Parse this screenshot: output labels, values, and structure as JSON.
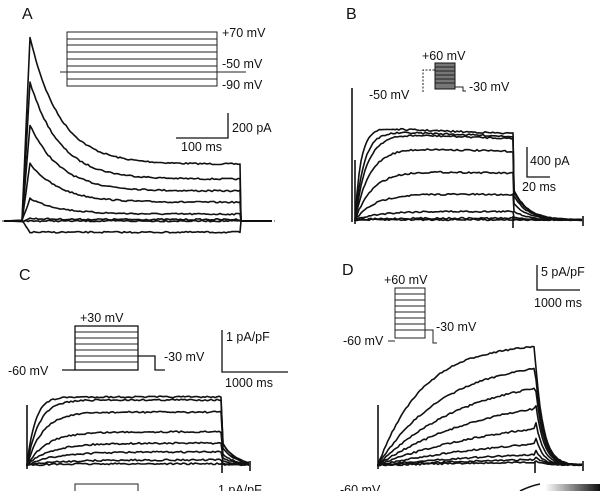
{
  "chart_data": [
    {
      "panel": "A",
      "type": "line",
      "protocol_labels": [
        "+70 mV",
        "-50 mV",
        "-90 mV"
      ],
      "scale_y": "200 pA",
      "scale_x": "100 ms",
      "unit": "pA",
      "traces": [
        {
          "peak": 1470,
          "steady": 455
        },
        {
          "peak": 1110,
          "steady": 335
        },
        {
          "peak": 770,
          "steady": 240
        },
        {
          "peak": 460,
          "steady": 150
        },
        {
          "peak": 180,
          "steady": 55
        },
        {
          "peak": 20,
          "steady": 12
        },
        {
          "peak": 0,
          "steady": 0
        },
        {
          "peak": -90,
          "steady": -90
        }
      ]
    },
    {
      "panel": "B",
      "type": "line",
      "protocol_labels": [
        "+60 mV",
        "-50 mV",
        "-30 mV"
      ],
      "scale_y": "400 pA",
      "scale_x": "20 ms",
      "unit": "pA",
      "traces": [
        1230,
        1190,
        1160,
        975,
        665,
        360,
        120,
        25,
        5
      ]
    },
    {
      "panel": "C",
      "type": "line",
      "protocol_labels": [
        "+30 mV",
        "-60 mV",
        "-30 mV"
      ],
      "scale_y": "1 pA/pF",
      "scale_x": "1000 ms",
      "unit": "pA/pF",
      "traces": [
        1.62,
        1.55,
        1.26,
        0.79,
        0.52,
        0.31,
        0.12,
        0.03
      ]
    },
    {
      "panel": "D",
      "type": "line",
      "protocol_labels": [
        "+60 mV",
        "-60 mV",
        "-30 mV"
      ],
      "scale_y": "5 pA/pF",
      "scale_x": "1000 ms",
      "unit": "pA/pF",
      "traces": [
        26.5,
        23.3,
        20.2,
        16.3,
        11.5,
        7.2,
        3.9,
        2.2,
        1.1
      ]
    }
  ],
  "partial_labels": {
    "bottom_left_scale": "1 pA/pF",
    "bottom_right_holding": "-60 mV"
  }
}
